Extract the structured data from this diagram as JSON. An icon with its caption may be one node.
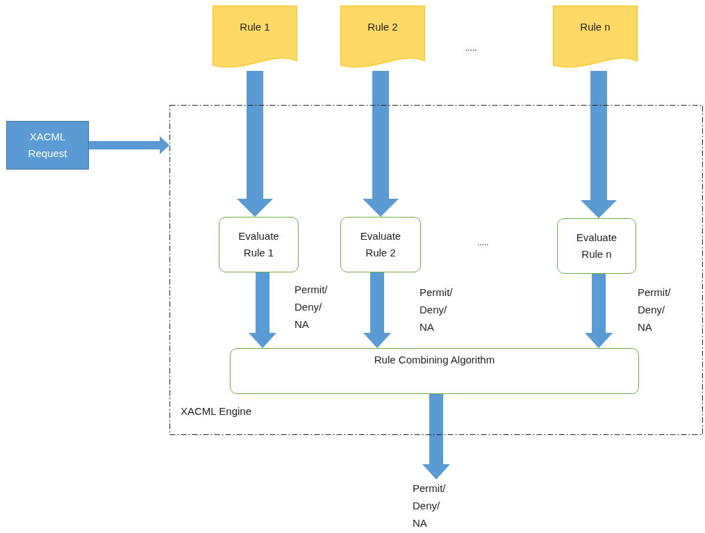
{
  "diagram": {
    "nodes": [
      {
        "text": [
          "Rule 1"
        ]
      },
      {
        "text": [
          "Rule 2"
        ]
      },
      {
        "text": [
          "Rule n"
        ]
      },
      {
        "text": [
          "XACML Request"
        ]
      },
      {
        "text": [
          "XACML Engine"
        ]
      },
      {
        "text": [
          "Evaluate Rule 1"
        ],
        "in": 4
      },
      {
        "text": [
          "Evaluate Rule 2"
        ],
        "in": 4
      },
      {
        "text": [
          "Evaluate Rule n"
        ],
        "in": 4
      },
      {
        "text": [
          "Rule Combining Algorithm"
        ],
        "in": 4
      },
      {
        "text": [
          "Permit/ Deny/ NA"
        ]
      }
    ],
    "edges": [
      {
        "from": 3,
        "to": 4,
        "arrow": "to"
      },
      {
        "from": 0,
        "to": 5,
        "arrow": "to"
      },
      {
        "from": 1,
        "to": 6,
        "arrow": "to"
      },
      {
        "from": 2,
        "to": 7,
        "arrow": "to"
      },
      {
        "from": 5,
        "to": 8,
        "arrow": "to",
        "label": "Permit/ Deny/ NA"
      },
      {
        "from": 6,
        "to": 8,
        "arrow": "to",
        "label": "Permit/ Deny/ NA"
      },
      {
        "from": 7,
        "to": 8,
        "arrow": "to",
        "label": "Permit/ Deny/ NA"
      },
      {
        "from": 8,
        "to": 9,
        "arrow": "to"
      }
    ],
    "labels": [
      ".....",
      "....."
    ]
  }
}
